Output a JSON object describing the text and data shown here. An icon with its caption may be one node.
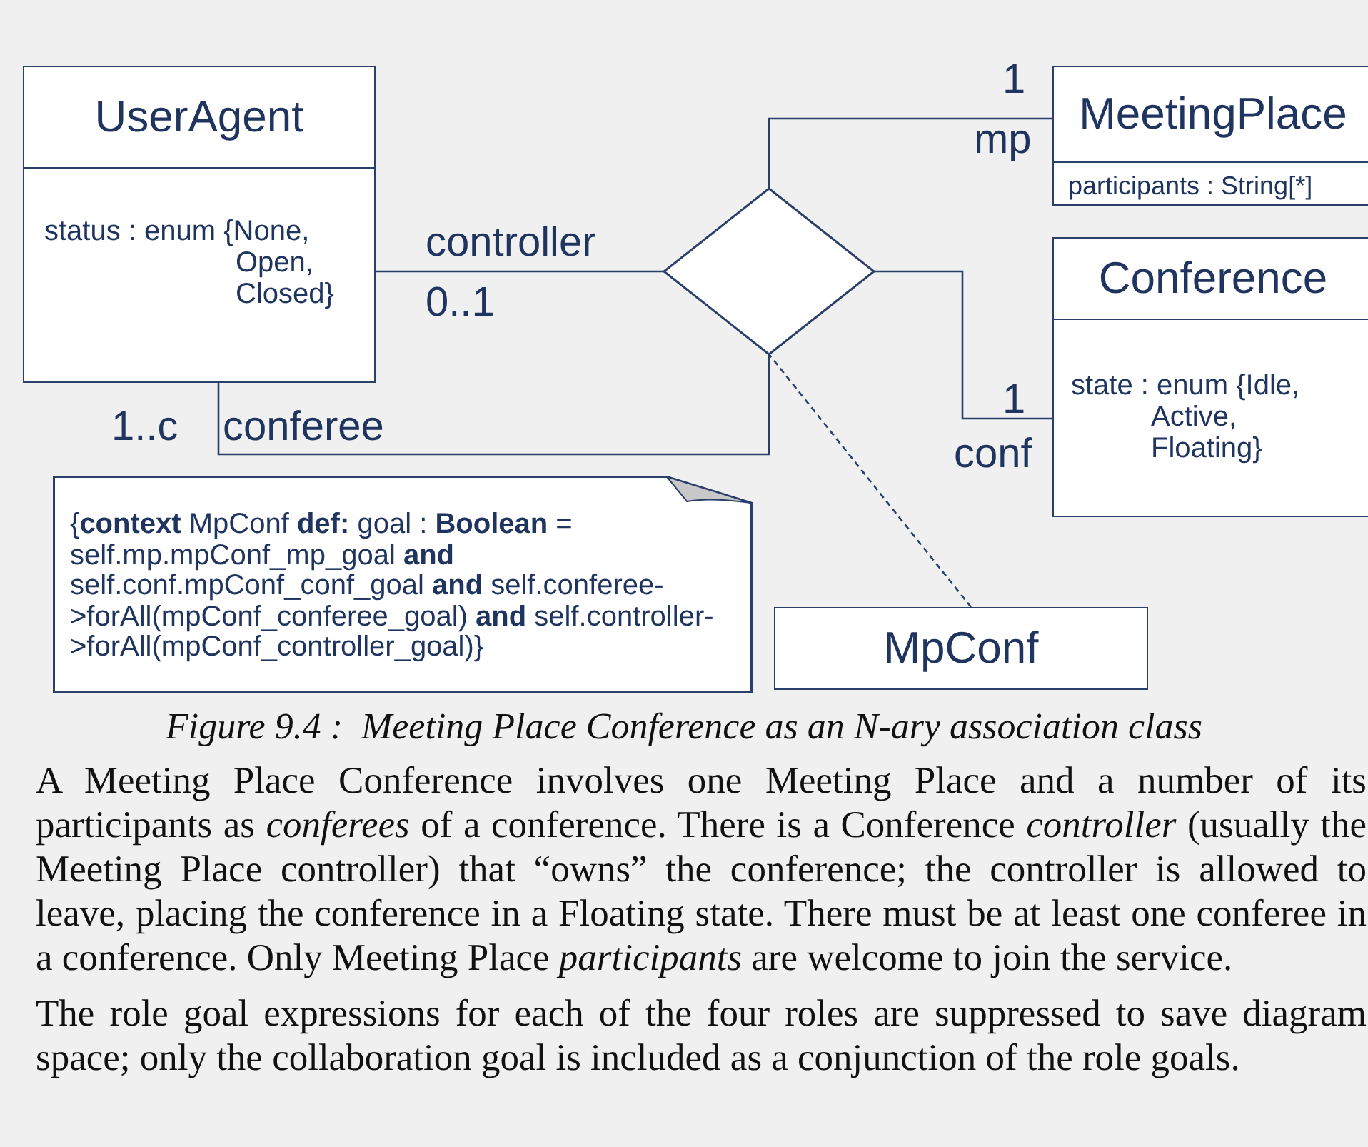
{
  "diagram": {
    "caption": "Figure 9.4 :  Meeting Place Conference as an N-ary association class",
    "nodes": [
      {
        "text": [
          "UserAgent",
          "status : enum {None, Open, Closed}"
        ]
      },
      {
        "text": [
          "MeetingPlace",
          "participants : String[*]"
        ]
      },
      {
        "text": [
          "Conference",
          "state : enum {Idle, Active, Floating}"
        ]
      },
      {
        "text": [],
        "shape": "diamond"
      },
      {
        "text": [
          "{**context** MpConf **def:** goal : **Boolean** = self.mp.mpConf_mp_goal **and** self.conf.mpConf_conf_goal **and** self.conferee->forAll(mpConf_conferee_goal) **and** self.controller->forAll(mpConf_controller_goal)}"
        ]
      },
      {
        "text": [
          "MpConf"
        ]
      }
    ],
    "edges": [
      {
        "from": 3,
        "to": 0,
        "arrow": "none",
        "label": "controller"
      },
      {
        "from": 3,
        "to": 0,
        "arrow": "none",
        "label": "conferee"
      },
      {
        "from": 3,
        "to": 1,
        "arrow": "none",
        "label": "mp"
      },
      {
        "from": 3,
        "to": 2,
        "arrow": "none",
        "label": "conf"
      },
      {
        "from": 5,
        "to": 3,
        "arrow": "none",
        "style": "dashed"
      }
    ],
    "labels": [
      "1",
      "0..1",
      "1",
      "1..c",
      "A Meeting Place Conference involves one Meeting Place and a number of its participants as *conferees* of a conference. There is a Conference *controller* (usually the Meeting Place controller) that “owns” the conference; the controller is allowed to leave, placing the conference in a Floating state. There must be at least one conferee in a conference. Only Meeting Place *participants* are welcome to join the service.",
      "The role goal expressions for each of the four roles are suppressed to save diagram space; only the collaboration goal is included as a conjunction of the role goals."
    ]
  }
}
